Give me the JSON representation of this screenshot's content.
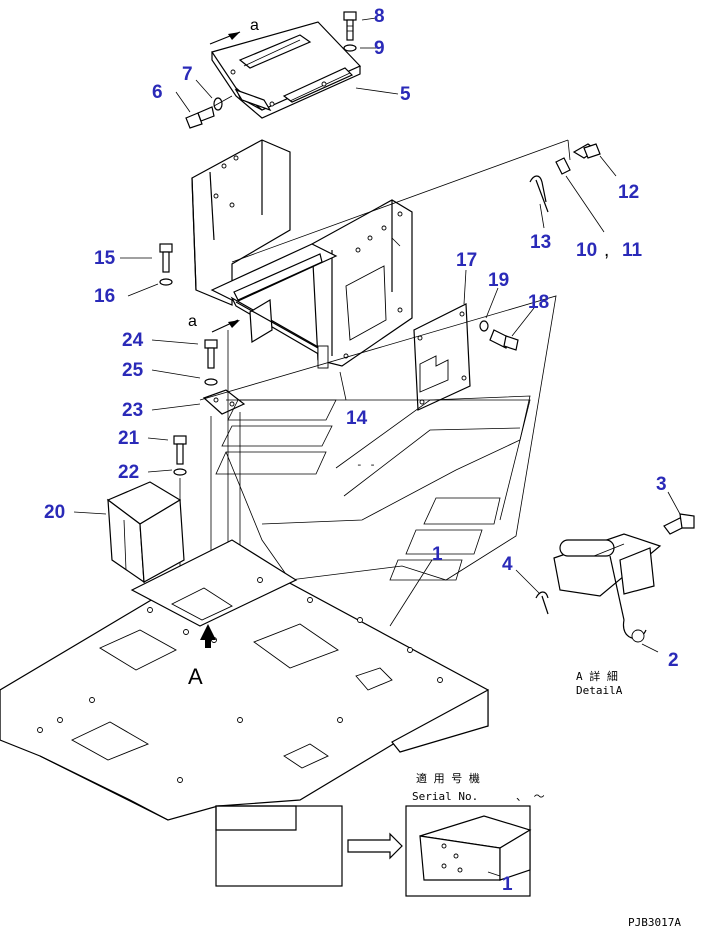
{
  "diagram": {
    "part_labels": [
      "1",
      "2",
      "3",
      "4",
      "5",
      "6",
      "7",
      "8",
      "9",
      "10",
      "11",
      "12",
      "13",
      "14",
      "15",
      "16",
      "17",
      "18",
      "19",
      "20",
      "21",
      "22",
      "23",
      "24",
      "25",
      "1"
    ],
    "view_marks": {
      "a_top": "a",
      "a_mid": "a",
      "big_a": "A"
    },
    "detail": {
      "jp": "A 詳 細",
      "en": "DetailA"
    },
    "serial": {
      "jp": "適 用 号 機",
      "en": "Serial No.",
      "sep": "、  ～"
    },
    "drawing_code": "PJB3017A",
    "sep_comma": ","
  }
}
